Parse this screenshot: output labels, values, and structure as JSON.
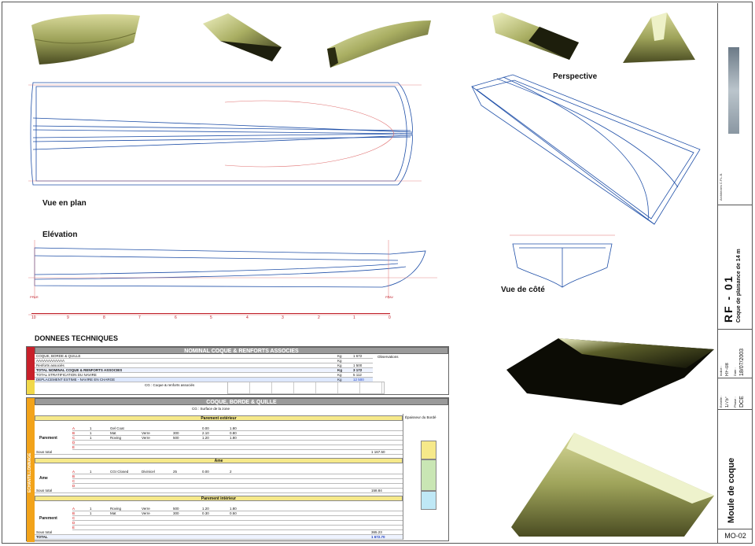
{
  "labels": {
    "plan": "Vue en plan",
    "elevation": "Elévation",
    "perspective": "Perspective",
    "side": "Vue de côté",
    "tech": "DONNEES TECHNIQUES"
  },
  "markers": {
    "frames": [
      "10",
      "9",
      "8",
      "7",
      "6",
      "5",
      "4",
      "3",
      "2",
      "1",
      "0"
    ],
    "ppar": "PPAR",
    "ppav": "PPAV"
  },
  "summary_table": {
    "title": "NOMINAL COQUE & RENFORTS ASSOCIES",
    "rows": [
      {
        "label": "COQUE, BORDE & QUILLE",
        "unit": "Kg",
        "value": "1 672"
      },
      {
        "label": "AAAAAAAAAAAA",
        "unit": "Kg",
        "value": ""
      },
      {
        "label": "Renforts associés",
        "unit": "Kg",
        "value": "1 500"
      },
      {
        "label": "TOTAL NOMINAL COQUE & RENFORTS ASSOCIES",
        "unit": "Kg",
        "value": "3 172"
      },
      {
        "label": "TOTAL STRATIFICATION DU NAVIRE",
        "unit": "Kg",
        "value": "5 112"
      },
      {
        "label": "DEPLACEMENT ESTIME - NAVIRE EN CHARGE",
        "unit": "Kg",
        "value": "12 500"
      }
    ],
    "obs": "Observations",
    "sub_label": "CG : Coque & renforts associés"
  },
  "coque_table": {
    "title": "COQUE, BORDE & QUILLE",
    "cg_label": "CG : Surface de la zone",
    "sections": [
      {
        "name": "Parement extérieur",
        "group": "Parement",
        "items": [
          {
            "idx": "A",
            "q": "1",
            "nom": "Gel Coat",
            "type": "",
            "g": "",
            "v1": "0.00",
            "v2": "1.80"
          },
          {
            "idx": "B",
            "q": "1",
            "nom": "Mat",
            "type": "Verre",
            "g": "300",
            "v1": "2.10",
            "v2": "0.80"
          },
          {
            "idx": "C",
            "q": "1",
            "nom": "Roving",
            "type": "Verre",
            "g": "500",
            "v1": "1.20",
            "v2": "1.80"
          },
          {
            "idx": "D",
            "q": "",
            "nom": "",
            "type": "",
            "g": "",
            "v1": "",
            "v2": ""
          },
          {
            "idx": "E",
            "q": "",
            "nom": "",
            "type": "",
            "g": "",
            "v1": "",
            "v2": ""
          }
        ],
        "total_label": "Sous total",
        "total": "1 167.50"
      },
      {
        "name": "Ame",
        "group": "Ame",
        "items": [
          {
            "idx": "A",
            "q": "1",
            "nom": "CGI Closed",
            "type": "Divinicel",
            "g": "25",
            "v1": "0.00",
            "v2": "2"
          },
          {
            "idx": "B",
            "q": "",
            "nom": "",
            "type": "",
            "g": "",
            "v1": "",
            "v2": ""
          },
          {
            "idx": "C",
            "q": "",
            "nom": "",
            "type": "",
            "g": "",
            "v1": "",
            "v2": ""
          },
          {
            "idx": "D",
            "q": "",
            "nom": "",
            "type": "",
            "g": "",
            "v1": "",
            "v2": ""
          }
        ],
        "total_label": "Sous total",
        "total": "158.84"
      },
      {
        "name": "Parement intérieur",
        "group": "Parement",
        "items": [
          {
            "idx": "A",
            "q": "1",
            "nom": "Roving",
            "type": "Verre",
            "g": "500",
            "v1": "1.20",
            "v2": "1.80"
          },
          {
            "idx": "B",
            "q": "1",
            "nom": "Mat",
            "type": "Verre",
            "g": "300",
            "v1": "0.30",
            "v2": "0.50"
          },
          {
            "idx": "C",
            "q": "",
            "nom": "",
            "type": "",
            "g": "",
            "v1": "",
            "v2": ""
          },
          {
            "idx": "D",
            "q": "",
            "nom": "",
            "type": "",
            "g": "",
            "v1": "",
            "v2": ""
          },
          {
            "idx": "E",
            "q": "",
            "nom": "",
            "type": "",
            "g": "",
            "v1": "",
            "v2": ""
          }
        ],
        "total_label": "Sous total",
        "total": "365.23"
      }
    ],
    "grand_total_label": "TOTAL",
    "grand_total": "1 672.70",
    "side_label": "ECHANTILLONNAGE",
    "chart_title": "Épaisseur du Bordé"
  },
  "title_block": {
    "studio": "Architectes C.P.L.B.",
    "company": "RF - 01",
    "subtitle": "Coque de plaisance de 14 m",
    "indice_label": "Indice :",
    "indice": "RF-08",
    "date_label": "Date :",
    "date": "18/07/2003",
    "echelle_label": "Echelle :",
    "echelle": "1/75°",
    "phase_label": "Phase :",
    "phase": "DCE",
    "drawing_title": "Moule de coque",
    "sheet": "MO-02"
  }
}
